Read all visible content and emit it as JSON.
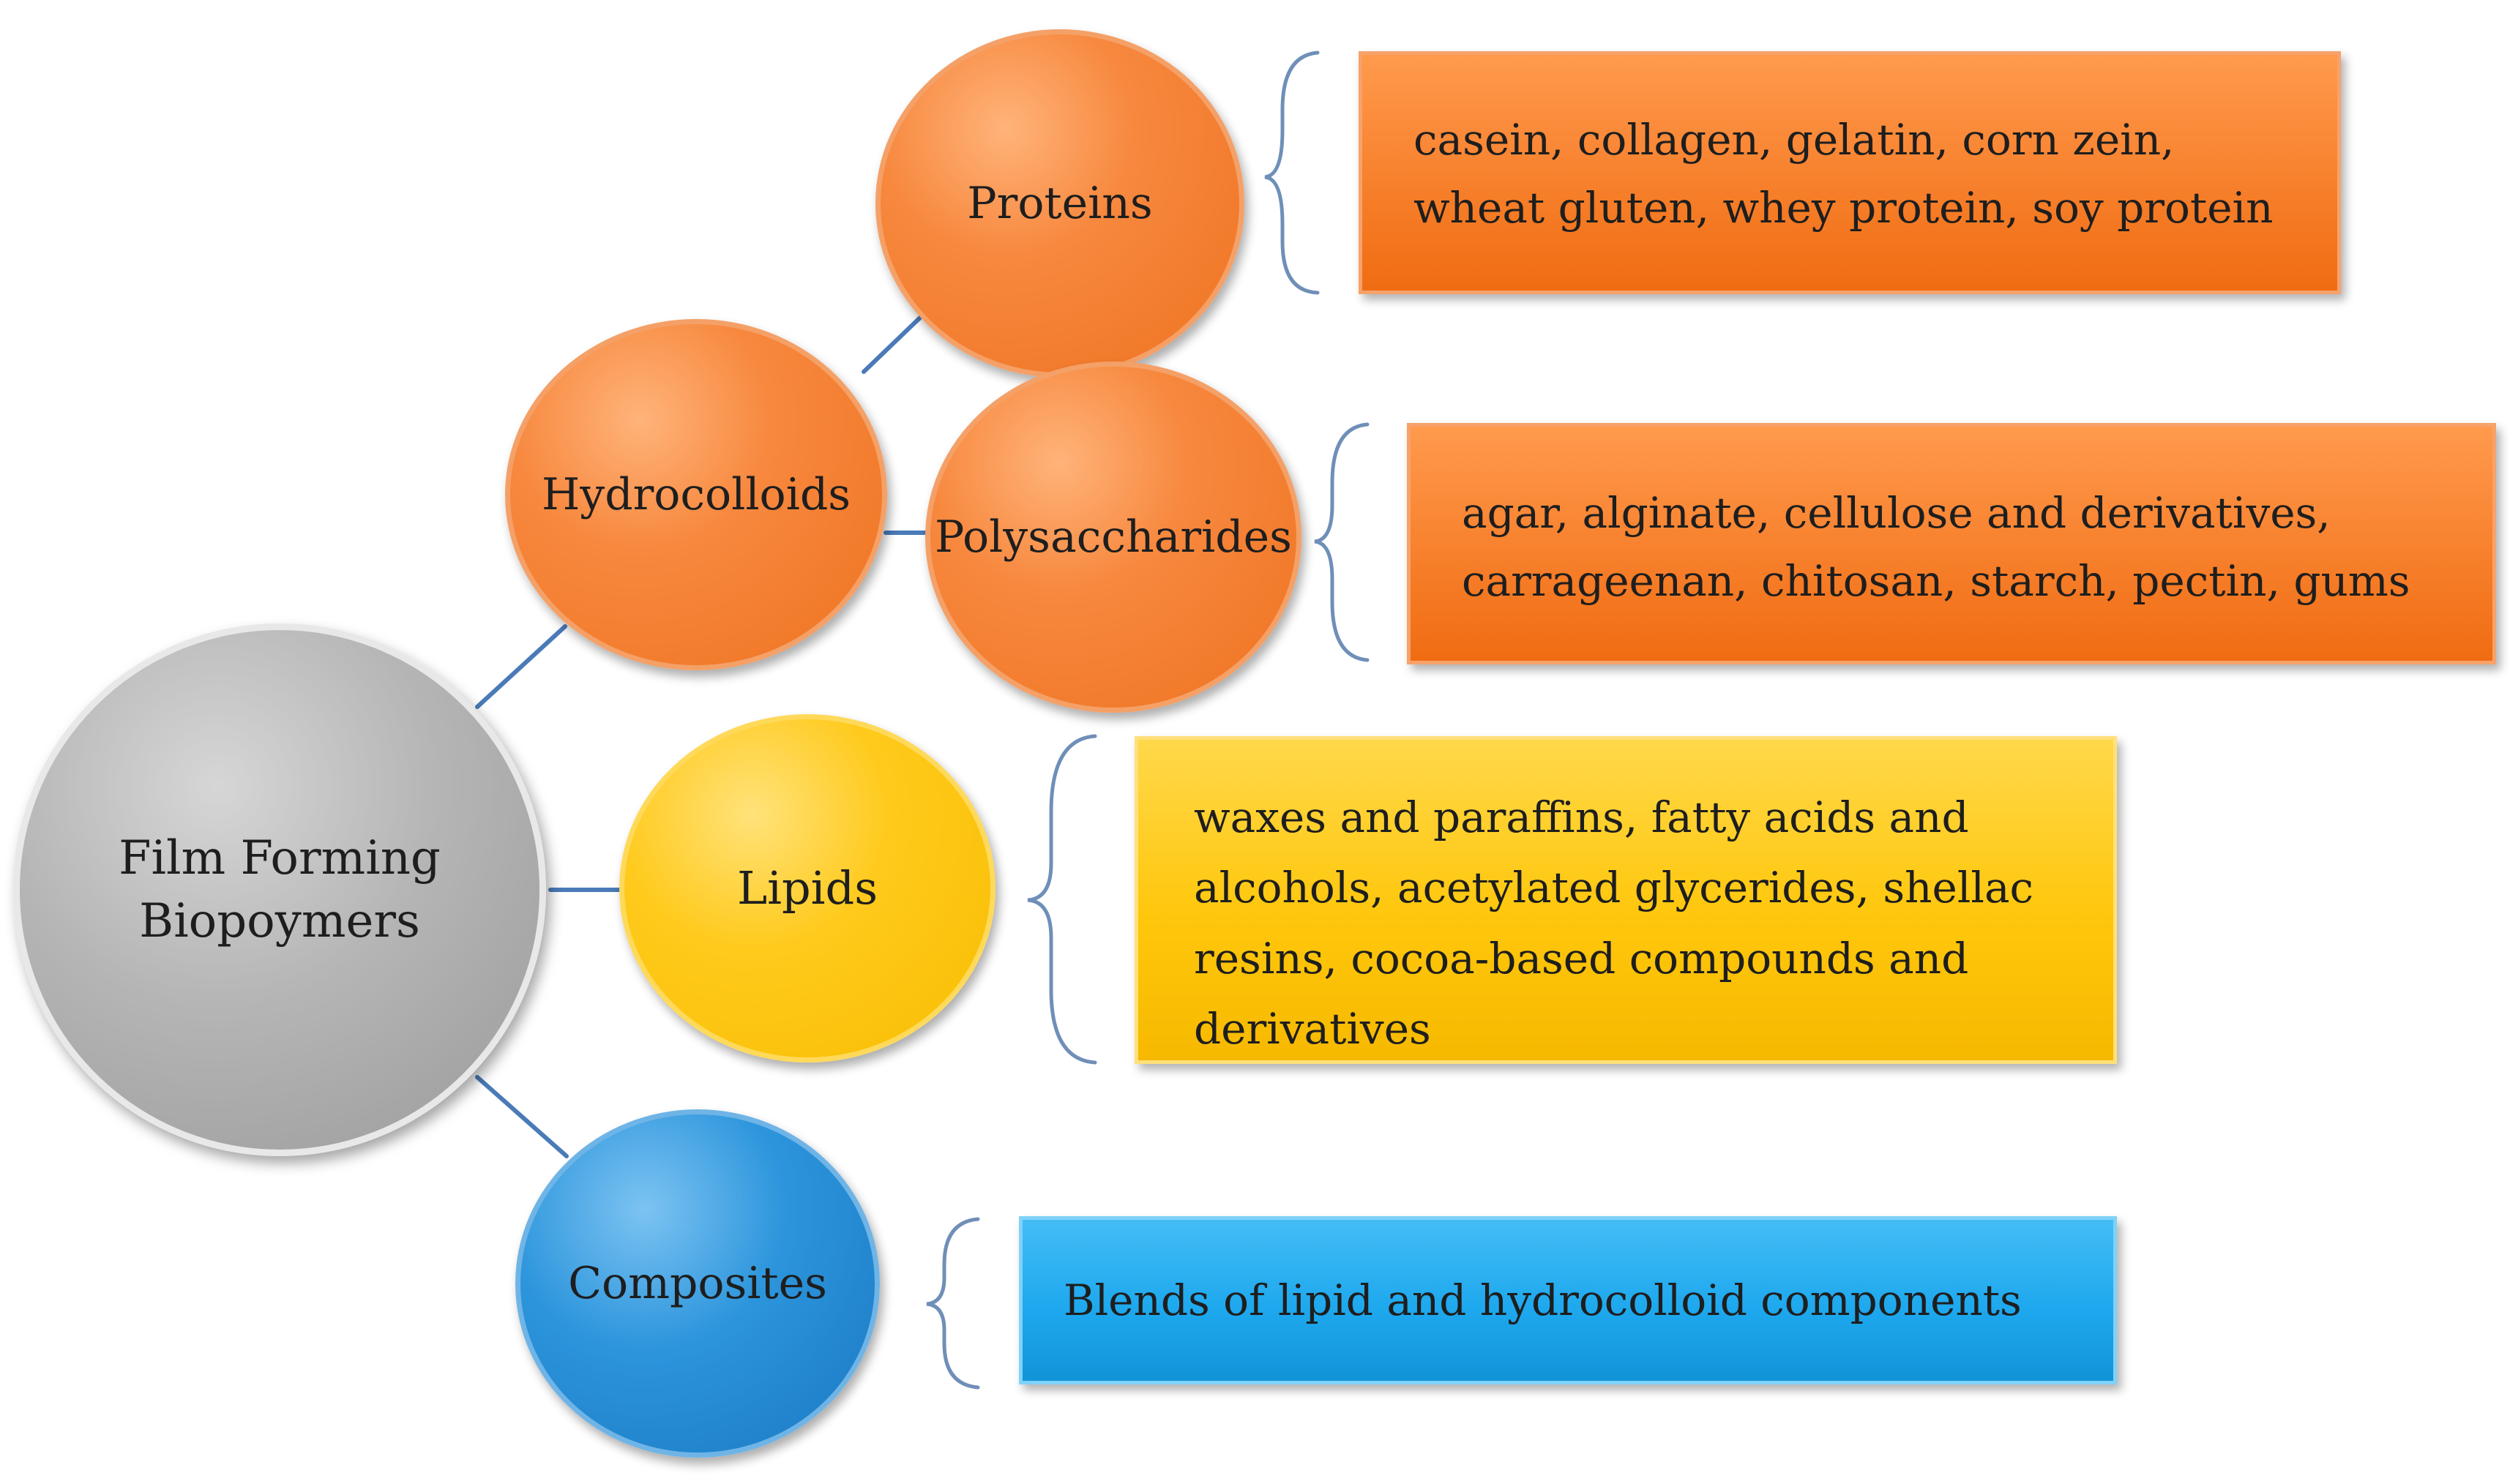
{
  "root": {
    "line1": "Film Forming",
    "line2": "Biopoymers"
  },
  "categories": {
    "hydrocolloids": "Hydrocolloids",
    "proteins": "Proteins",
    "polysaccharides": "Polysaccharides",
    "lipids": "Lipids",
    "composites": "Composites"
  },
  "boxes": {
    "proteins": {
      "line1": "casein, collagen, gelatin, corn zein,",
      "line2": "wheat gluten, whey protein, soy protein"
    },
    "polysaccharides": {
      "line1": "agar, alginate, cellulose and derivatives,",
      "line2": "carrageenan, chitosan, starch, pectin, gums"
    },
    "lipids": {
      "line1": "waxes and paraffins, fatty acids and",
      "line2": "alcohols, acetylated glycerides, shellac",
      "line3": "resins, cocoa-based compounds and",
      "line4": "derivatives"
    },
    "composites": {
      "line1": "Blends of lipid and hydrocolloid components"
    }
  },
  "colors": {
    "root": "#a6a6a6",
    "hydrocolloids": "#f47b2a",
    "lipids": "#ffc000",
    "composites": "#1f86cf",
    "connector": "#4a7ab8",
    "brace": "#6f8fb8"
  }
}
